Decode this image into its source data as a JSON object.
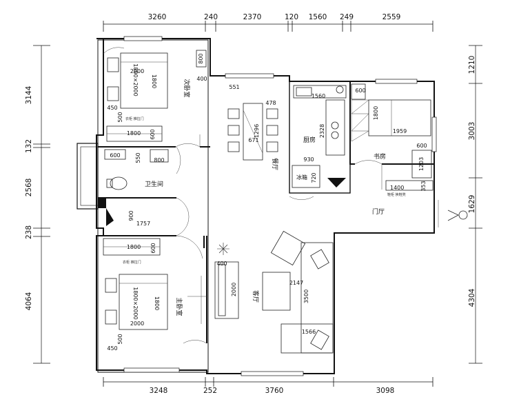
{
  "dimensions": {
    "top": [
      "3260",
      "240",
      "2370",
      "120",
      "1560",
      "249",
      "2559"
    ],
    "bottom": [
      "3248",
      "252",
      "3760",
      "3098"
    ],
    "left": [
      "3144",
      "132",
      "2568",
      "238",
      "4064"
    ],
    "right": [
      "1210",
      "3003",
      "1629",
      "4304"
    ]
  },
  "rooms": {
    "second_bedroom": "次卧室",
    "kitchen": "厨房",
    "dining": "餐厅",
    "study": "书房",
    "bathroom": "卫生间",
    "entrance": "门厅",
    "living": "客厅",
    "master_bedroom": "主卧室"
  },
  "measurements": {
    "bed2_w": "2000",
    "bed2_h": "1800",
    "bed2_size": "1800×2000",
    "cab2_top": "800",
    "cab2_bot": "400",
    "m450a": "450",
    "m500a": "500",
    "wardrobe2": "1800",
    "wardrobe2_d": "600",
    "basin_w": "600",
    "basin_d": "550",
    "bath_800": "800",
    "bath_900": "900",
    "bath_1757": "1757",
    "din_551": "551",
    "din_478": "478",
    "din_1296": "1296",
    "din_671": "671",
    "kit_1560": "1560",
    "kit_2328": "2328",
    "kit_930": "930",
    "kit_720": "720",
    "st_600a": "600",
    "st_1800": "1800",
    "st_1959": "1959",
    "st_600b": "600",
    "st_1203": "1203",
    "st_1400": "1400",
    "st_353": "353",
    "wardrobe1": "1800",
    "wardrobe1_d": "600",
    "tv_400": "400",
    "tv_2000": "2000",
    "bed1_size": "1800×2000",
    "bed1_h": "1800",
    "bed1_w": "2000",
    "m500b": "500",
    "m450b": "450",
    "liv_2147": "2147",
    "liv_3500": "3500",
    "liv_1566": "1566"
  },
  "labels": {
    "wardrobe_note": "衣柜 推拉门",
    "shoe_note": "鞋柜 换鞋凳",
    "fridge": "冰箱"
  }
}
